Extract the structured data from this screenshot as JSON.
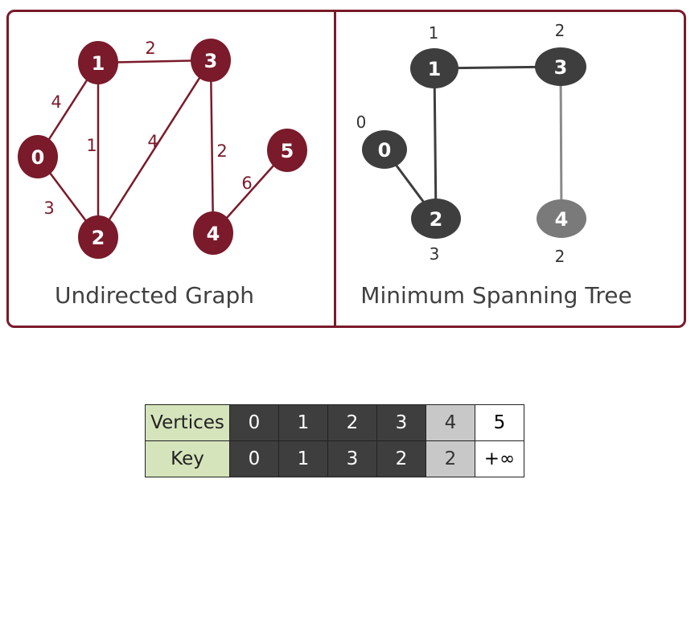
{
  "colors": {
    "graph_accent": "#7a1a2a",
    "mst_selected": "#3e3e3e",
    "mst_pending": "#7a7a7a",
    "table_header_bg": "#d6e4bc",
    "table_dark_cell": "#3e3e3e",
    "table_light_cell": "#c8c8c8"
  },
  "left_panel": {
    "caption": "Undirected Graph",
    "nodes": [
      "0",
      "1",
      "2",
      "3",
      "4",
      "5"
    ],
    "edges": [
      {
        "from": "0",
        "to": "1",
        "weight": "4"
      },
      {
        "from": "1",
        "to": "3",
        "weight": "2"
      },
      {
        "from": "1",
        "to": "2",
        "weight": "1"
      },
      {
        "from": "2",
        "to": "3",
        "weight": "4"
      },
      {
        "from": "0",
        "to": "2",
        "weight": "3"
      },
      {
        "from": "3",
        "to": "4",
        "weight": "2"
      },
      {
        "from": "4",
        "to": "5",
        "weight": "6"
      }
    ]
  },
  "right_panel": {
    "caption": "Minimum Spanning Tree",
    "nodes": [
      "0",
      "1",
      "2",
      "3",
      "4"
    ],
    "edges": [
      {
        "from": "1",
        "to": "3",
        "status": "selected"
      },
      {
        "from": "1",
        "to": "2",
        "status": "selected"
      },
      {
        "from": "0",
        "to": "2",
        "status": "selected"
      },
      {
        "from": "3",
        "to": "4",
        "status": "pending"
      }
    ],
    "keys": {
      "0": "0",
      "1": "1",
      "2": "3",
      "3": "2",
      "4": "2"
    }
  },
  "key_table": {
    "row_headers": [
      "Vertices",
      "Key"
    ],
    "vertices": [
      "0",
      "1",
      "2",
      "3",
      "4",
      "5"
    ],
    "keys": [
      "0",
      "1",
      "3",
      "2",
      "2",
      "+∞"
    ],
    "cell_states": [
      "selected",
      "selected",
      "selected",
      "selected",
      "pending",
      "unvisited"
    ]
  }
}
